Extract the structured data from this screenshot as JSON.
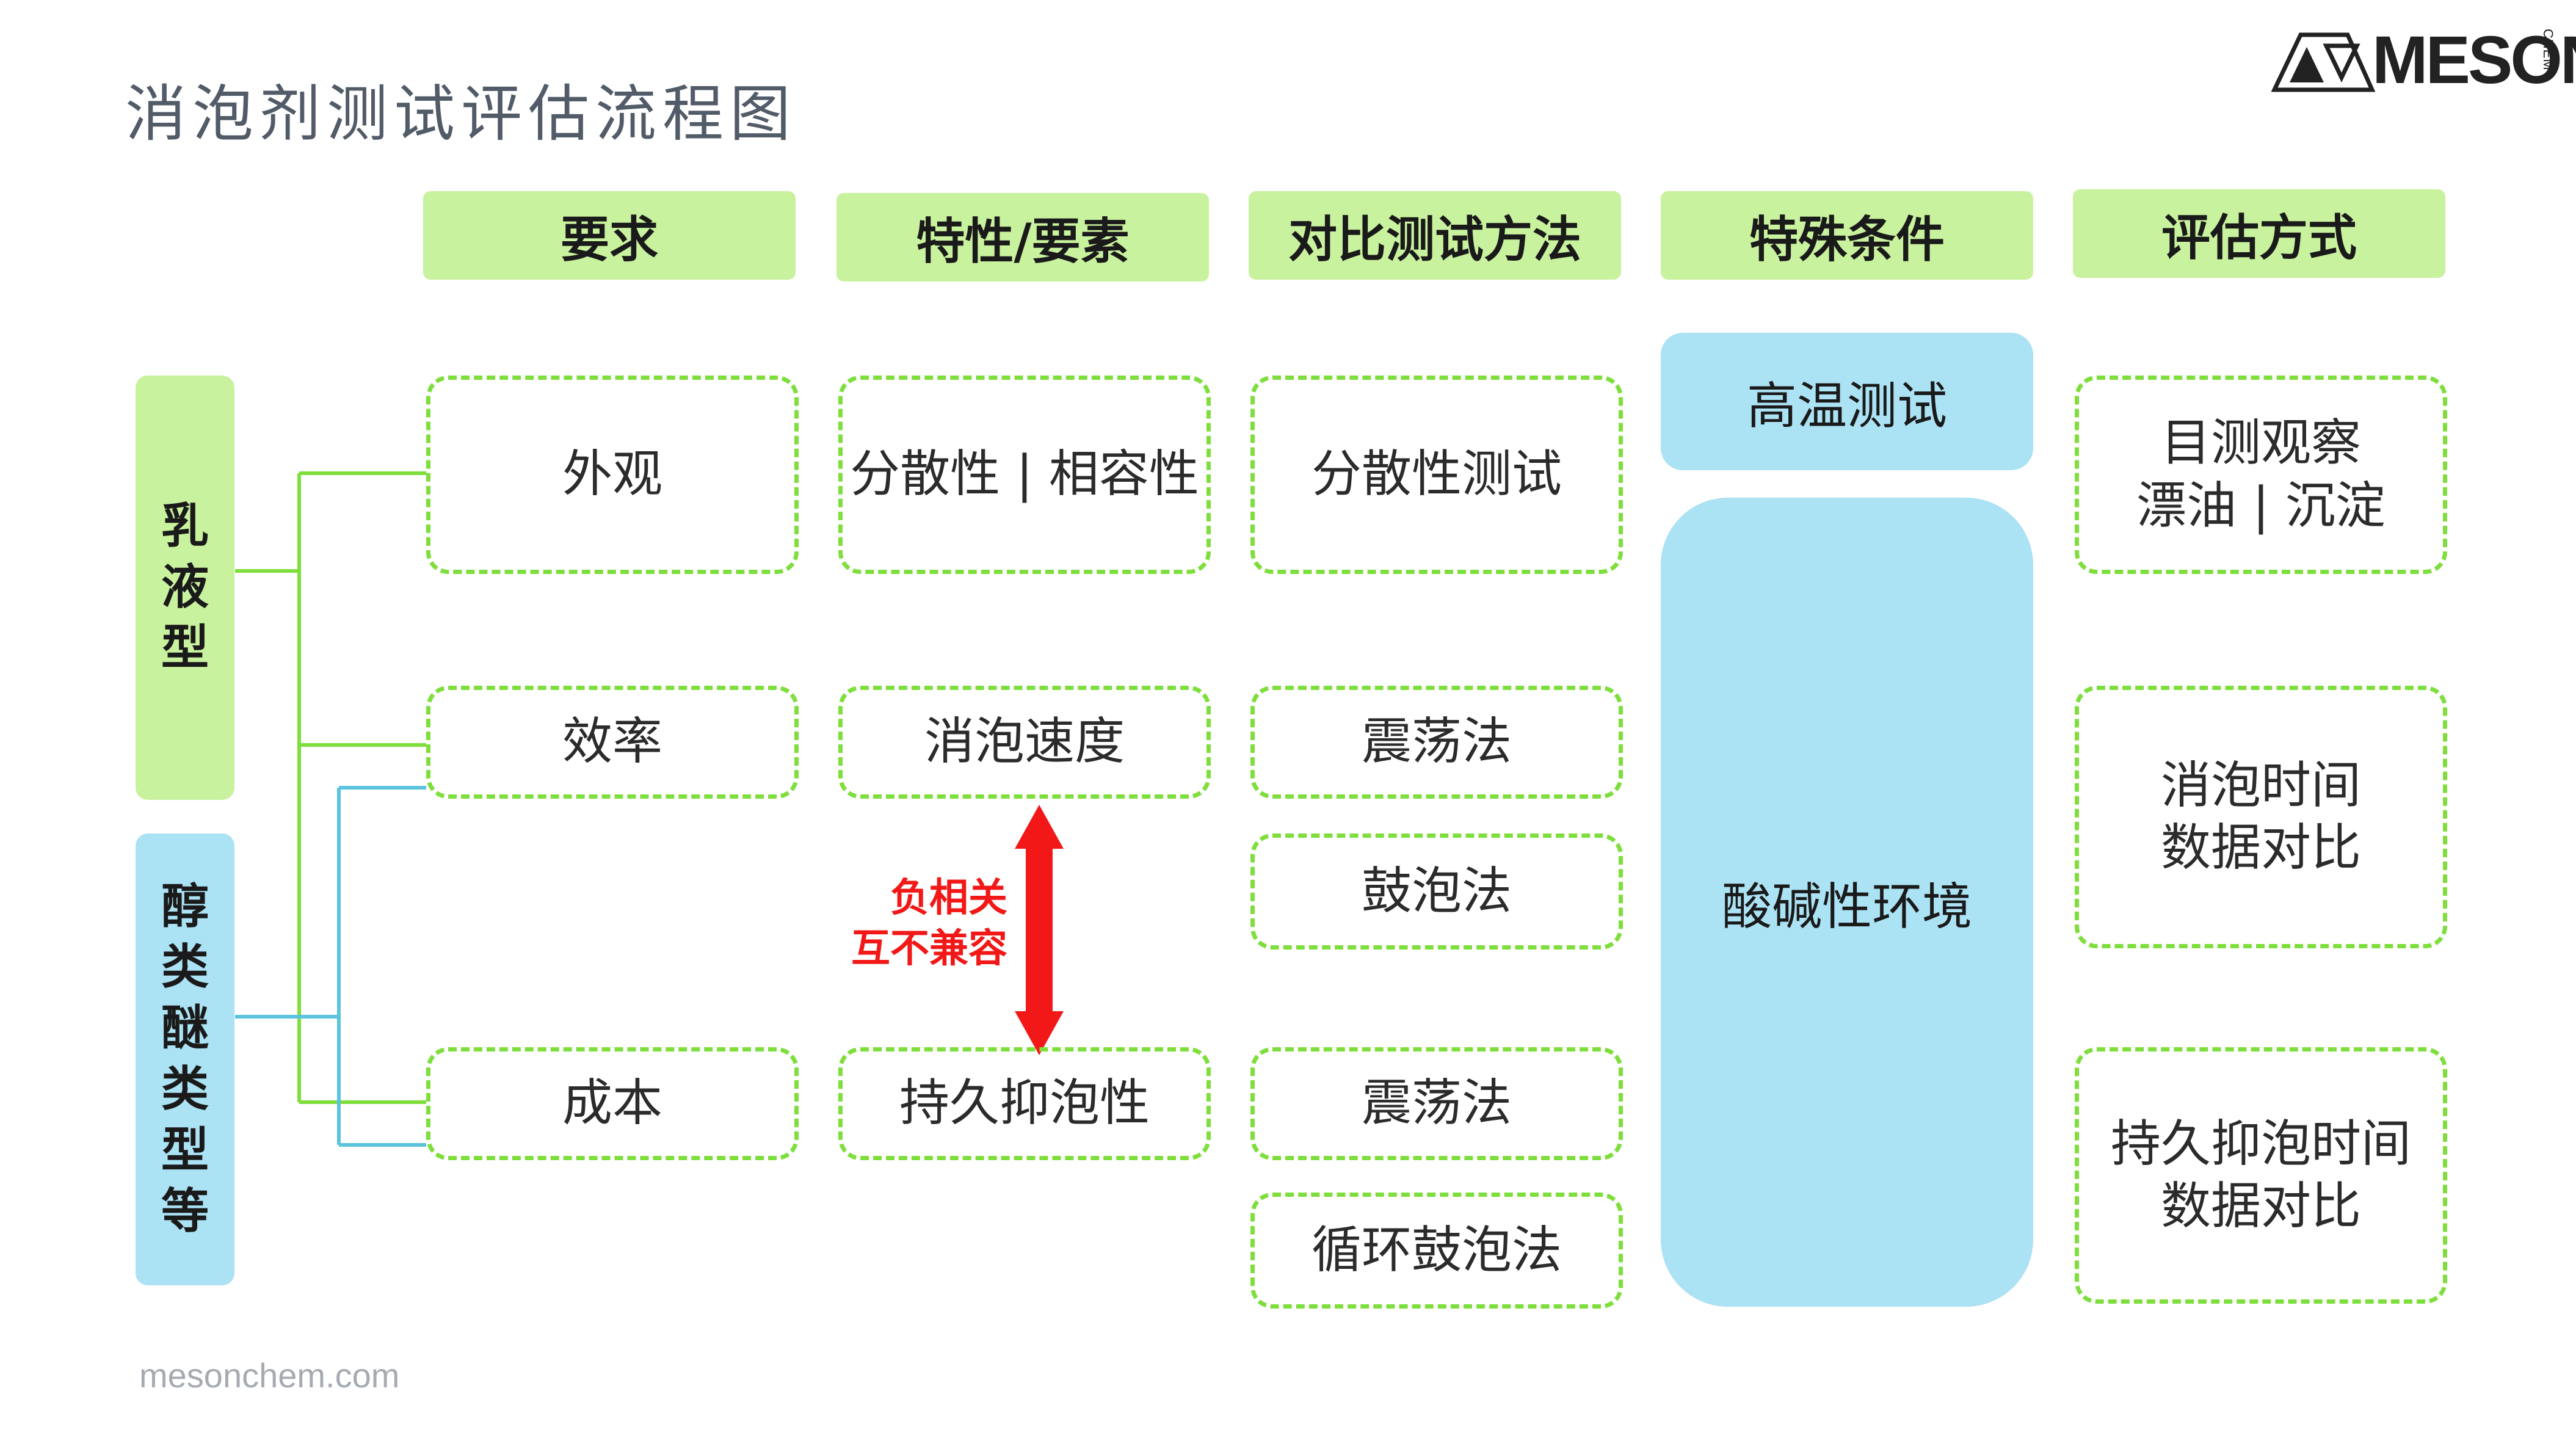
{
  "title": "消泡剂测试评估流程图",
  "footer": "mesonchem.com",
  "logo": {
    "text": "MESON",
    "sub": "CHEM"
  },
  "colors": {
    "green": "#c9f29e",
    "green_line": "#7ede3c",
    "blue": "#abe2f4",
    "blue_line": "#5bc3de",
    "red": "#f21818"
  },
  "headers": [
    "要求",
    "特性/要素",
    "对比测试方法",
    "特殊条件",
    "评估方式"
  ],
  "side": {
    "emulsion": [
      "乳",
      "液",
      "型"
    ],
    "alcohol": [
      "醇",
      "类",
      "醚",
      "类",
      "型",
      "等"
    ]
  },
  "requirements": [
    "外观",
    "效率",
    "成本"
  ],
  "properties": [
    "分散性 | 相容性",
    "消泡速度",
    "持久抑泡性"
  ],
  "relation": [
    "负相关",
    "互不兼容"
  ],
  "methods": [
    "分散性测试",
    "震荡法",
    "鼓泡法",
    "震荡法",
    "循环鼓泡法"
  ],
  "conditions": [
    "高温测试",
    "酸碱性环境"
  ],
  "evaluation": [
    [
      "目测观察",
      "漂油 | 沉淀"
    ],
    [
      "消泡时间",
      "数据对比"
    ],
    [
      "持久抑泡时间",
      "数据对比"
    ]
  ]
}
